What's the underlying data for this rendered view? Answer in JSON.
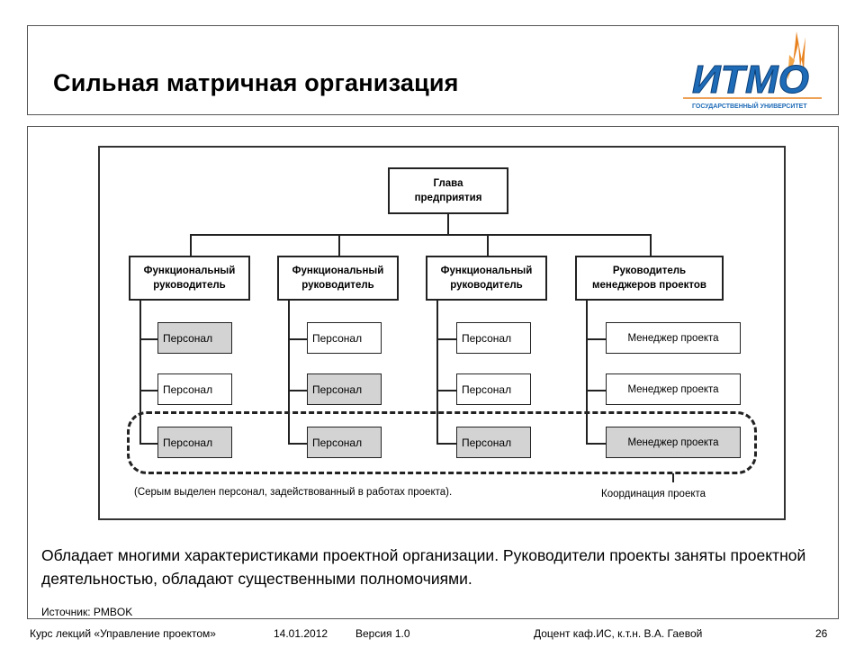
{
  "slide": {
    "title": "Сильная матричная организация",
    "logo": {
      "text": "ИТМО",
      "subtext": "ГОСУДАРСТВЕННЫЙ УНИВЕРСИТЕТ",
      "color": "#1e6bb8",
      "accent": "#e8821e"
    }
  },
  "diagram": {
    "head": "Глава\nпредприятия",
    "columns": [
      {
        "manager": "Функциональный\nруководитель",
        "staff": [
          {
            "label": "Персонал",
            "highlighted": true
          },
          {
            "label": "Персонал",
            "highlighted": false
          },
          {
            "label": "Персонал",
            "highlighted": true
          }
        ]
      },
      {
        "manager": "Функциональный\nруководитель",
        "staff": [
          {
            "label": "Персонал",
            "highlighted": false
          },
          {
            "label": "Персонал",
            "highlighted": true
          },
          {
            "label": "Персонал",
            "highlighted": true
          }
        ]
      },
      {
        "manager": "Функциональный\nруководитель",
        "staff": [
          {
            "label": "Персонал",
            "highlighted": false
          },
          {
            "label": "Персонал",
            "highlighted": false
          },
          {
            "label": "Персонал",
            "highlighted": true
          }
        ]
      },
      {
        "manager": "Руководитель\nменеджеров проектов",
        "staff": [
          {
            "label": "Менеджер проекта",
            "highlighted": false
          },
          {
            "label": "Менеджер проекта",
            "highlighted": false
          },
          {
            "label": "Менеджер проекта",
            "highlighted": true
          }
        ]
      }
    ],
    "note": "(Серым выделен персонал, задействованный в работах проекта).",
    "coordination_label": "Координация проекта",
    "highlight_color": "#d3d3d3"
  },
  "body_text": "Обладает многими характеристиками проектной организации. Руководители проекты заняты проектной деятельностью, обладают существенными полномочиями.",
  "source": "Источник: PMBOK",
  "footer": {
    "course": "Курс лекций «Управление проектом»",
    "date": "14.01.2012",
    "version": "Версия 1.0",
    "author": "Доцент каф.ИС, к.т.н. В.А. Гаевой",
    "page": "26"
  }
}
